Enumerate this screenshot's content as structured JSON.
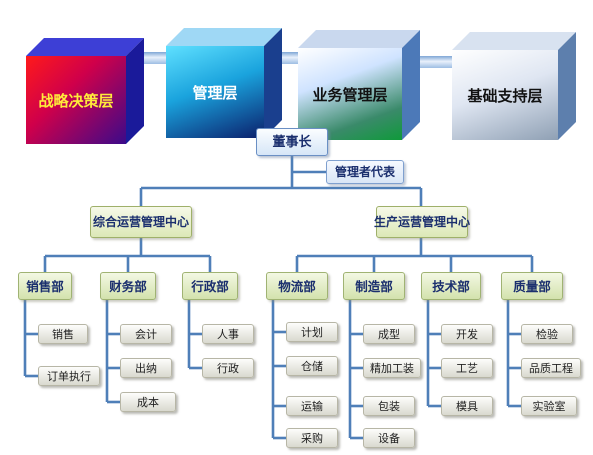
{
  "layers": [
    {
      "id": "strategy",
      "label": "战略决策层",
      "color": "#ffeb3b"
    },
    {
      "id": "management",
      "label": "管理层",
      "color": "#ffffff"
    },
    {
      "id": "business",
      "label": "业务管理层",
      "color": "#111111"
    },
    {
      "id": "support",
      "label": "基础支持层",
      "color": "#111111"
    }
  ],
  "chairman": "董事长",
  "representative": "管理者代表",
  "centers": [
    {
      "id": "ops",
      "label": "综合运营管理中心"
    },
    {
      "id": "prod",
      "label": "生产运营管理中心"
    }
  ],
  "departments": [
    {
      "label": "销售部",
      "children": [
        "销售",
        "订单执行"
      ]
    },
    {
      "label": "财务部",
      "children": [
        "会计",
        "出纳",
        "成本"
      ]
    },
    {
      "label": "行政部",
      "children": [
        "人事",
        "行政"
      ]
    },
    {
      "label": "物流部",
      "children": [
        "计划",
        "仓储",
        "运输",
        "采购"
      ]
    },
    {
      "label": "制造部",
      "children": [
        "成型",
        "精加工装",
        "包装",
        "设备"
      ]
    },
    {
      "label": "技术部",
      "children": [
        "开发",
        "工艺",
        "模具"
      ]
    },
    {
      "label": "质量部",
      "children": [
        "检验",
        "品质工程",
        "实验室"
      ]
    }
  ],
  "colors": {
    "line": "#4f7fb8",
    "accent": "#6a8fc4"
  }
}
